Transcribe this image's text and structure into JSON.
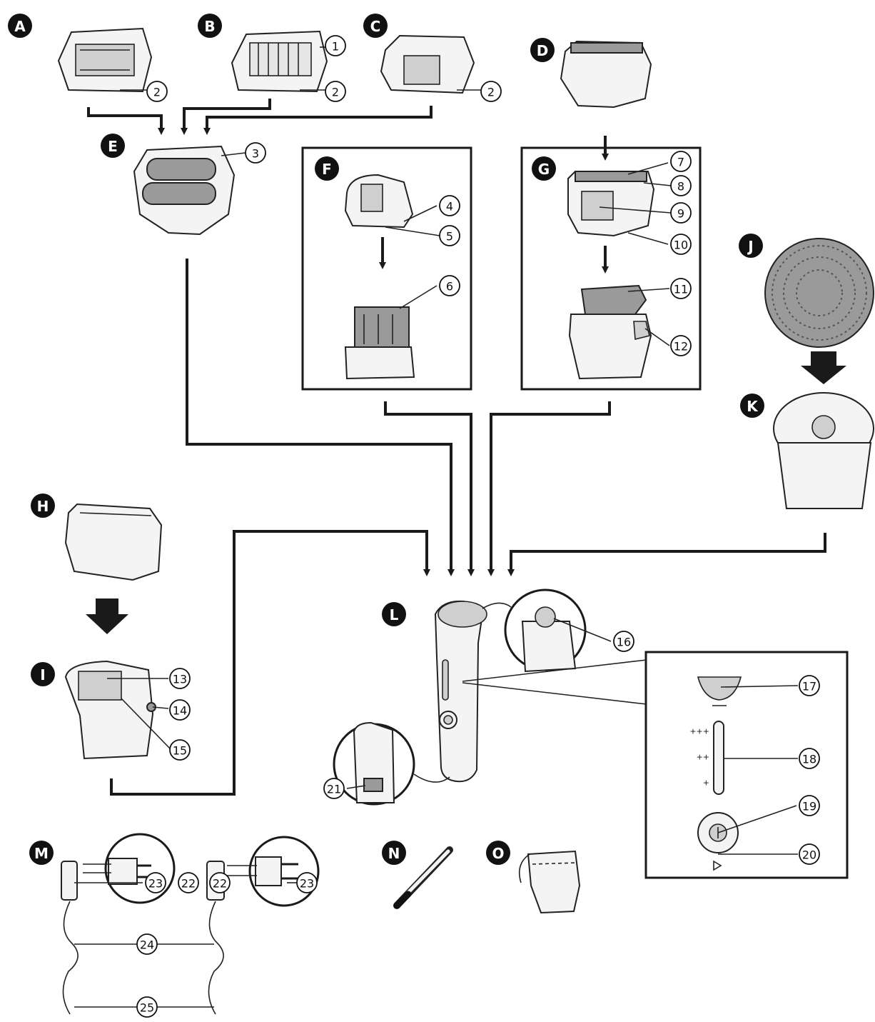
{
  "letters": [
    "A",
    "B",
    "C",
    "D",
    "E",
    "F",
    "G",
    "H",
    "I",
    "J",
    "K",
    "L",
    "M",
    "N",
    "O"
  ],
  "numbers": [
    "1",
    "2",
    "3",
    "4",
    "5",
    "6",
    "7",
    "8",
    "9",
    "10",
    "11",
    "12",
    "13",
    "14",
    "15",
    "16",
    "17",
    "18",
    "19",
    "20",
    "21",
    "22",
    "23",
    "24",
    "25"
  ],
  "speed_marks": [
    "+++",
    "++",
    "+"
  ]
}
